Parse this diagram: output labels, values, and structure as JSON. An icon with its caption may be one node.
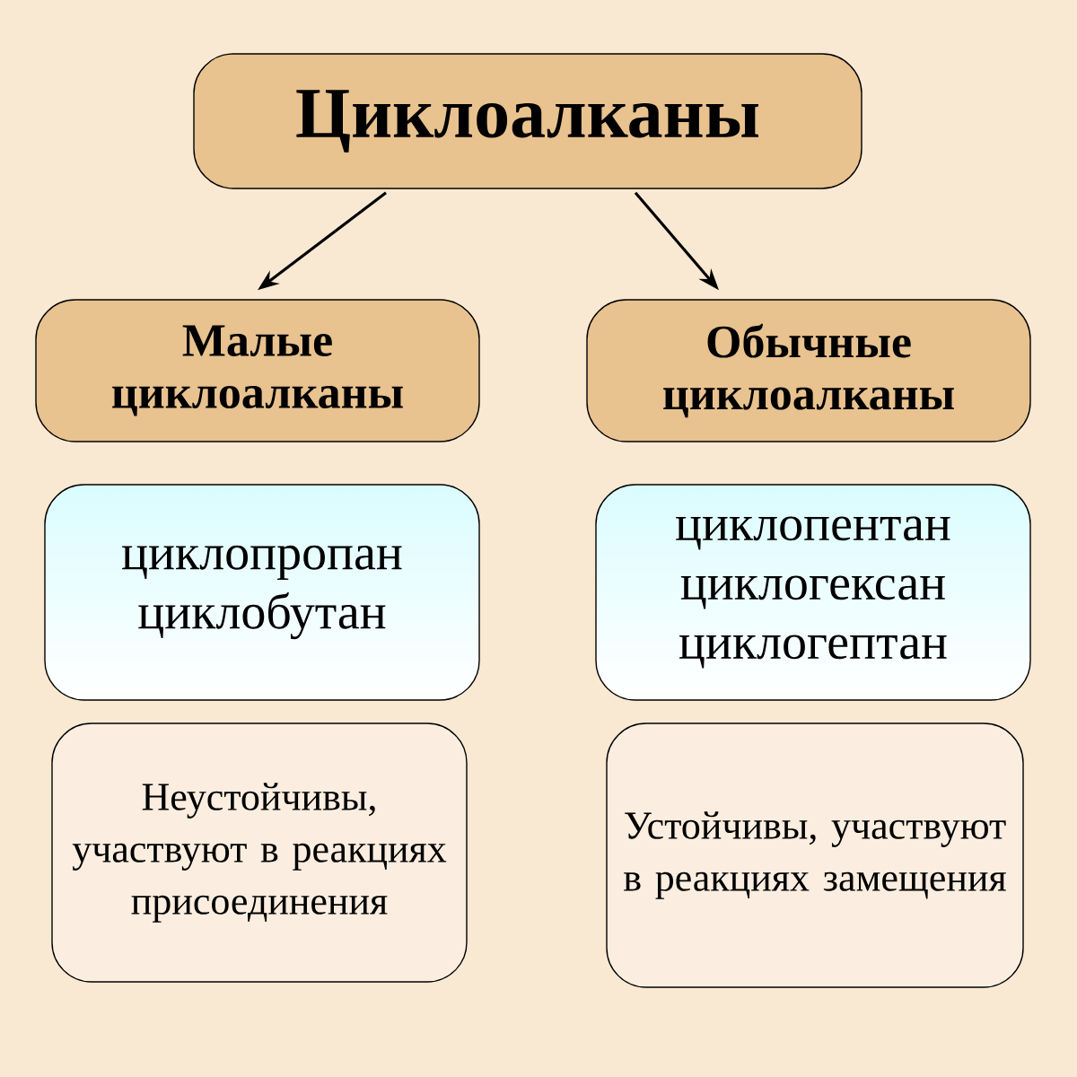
{
  "diagram": {
    "nodes": [
      {
        "text": [
          "Циклоалканы"
        ]
      },
      {
        "text": [
          "Малые циклоалканы"
        ]
      },
      {
        "text": [
          "Обычные циклоалканы"
        ]
      },
      {
        "text": [
          "циклопропан",
          "циклобутан"
        ]
      },
      {
        "text": [
          "циклопентан",
          "циклогексан",
          "циклогептан"
        ]
      },
      {
        "text": [
          "Неустойчивы, участвуют в реакциях присоединения"
        ]
      },
      {
        "text": [
          "Устойчивы, участвуют в реакциях замещения"
        ]
      }
    ],
    "edges": [
      {
        "from": 0,
        "to": 1,
        "arrow": "to"
      },
      {
        "from": 0,
        "to": 2,
        "arrow": "to"
      }
    ]
  }
}
